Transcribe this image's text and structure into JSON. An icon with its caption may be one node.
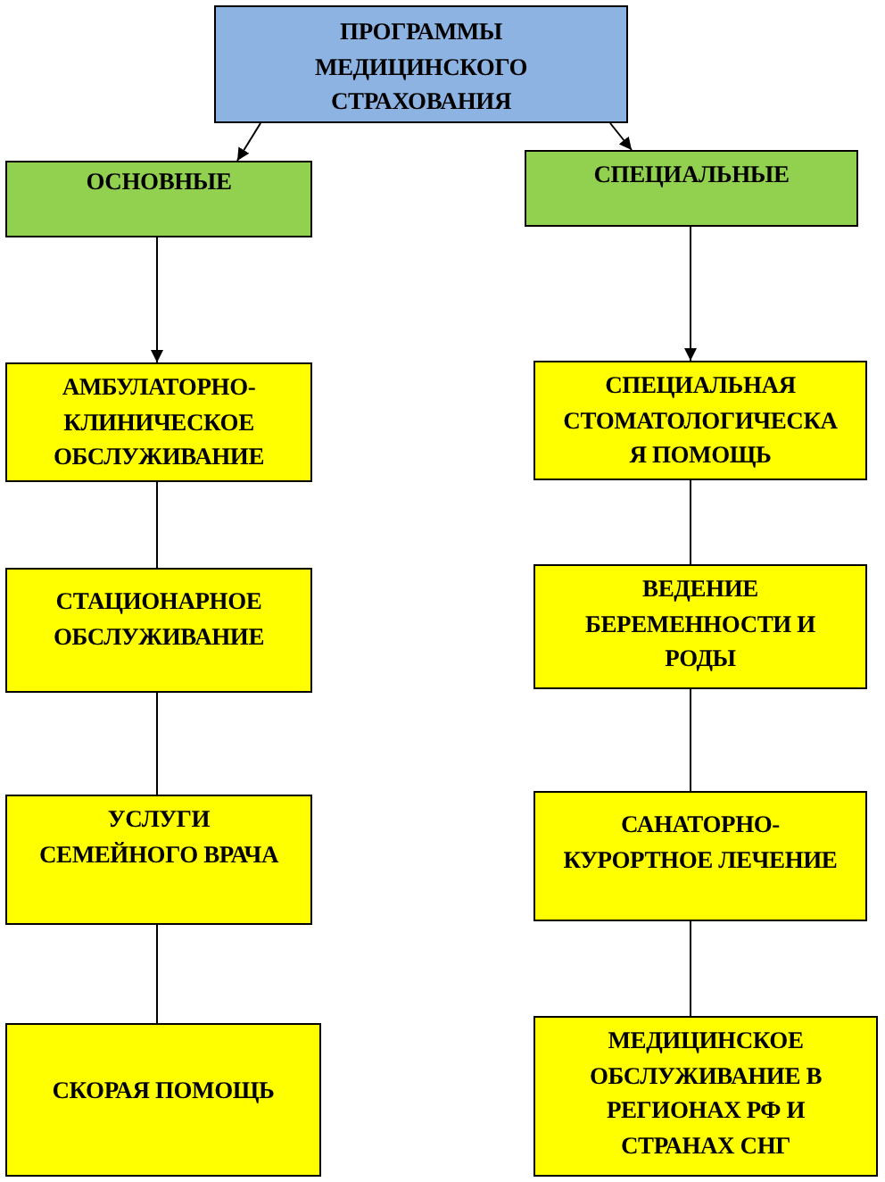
{
  "diagram": {
    "nodes": [
      {
        "text": [
          "ПРОГРАММЫ МЕДИЦИНСКОГО СТРАХОВАНИЯ"
        ]
      },
      {
        "text": [
          "ОСНОВНЫЕ"
        ]
      },
      {
        "text": [
          "СПЕЦИАЛЬНЫЕ"
        ]
      },
      {
        "text": [
          "АМБУЛАТОРНО-КЛИНИЧЕСКОЕ ОБСЛУЖИВАНИЕ"
        ]
      },
      {
        "text": [
          "СПЕЦИАЛЬНАЯ СТОМАТОЛОГИЧЕСКА Я ПОМОЩЬ"
        ]
      },
      {
        "text": [
          "СТАЦИОНАРНОЕ ОБСЛУЖИВАНИЕ"
        ]
      },
      {
        "text": [
          "ВЕДЕНИЕ БЕРЕМЕННОСТИ И РОДЫ"
        ]
      },
      {
        "text": [
          "УСЛУГИ СЕМЕЙНОГО ВРАЧА"
        ]
      },
      {
        "text": [
          "САНАТОРНО-КУРОРТНОЕ ЛЕЧЕНИЕ"
        ]
      },
      {
        "text": [
          "СКОРАЯ ПОМОЩЬ"
        ]
      },
      {
        "text": [
          "МЕДИЦИНСКОЕ ОБСЛУЖИВАНИЕ В РЕГИОНАХ РФ И СТРАНАХ СНГ"
        ]
      }
    ],
    "edges": [
      {
        "from": 0,
        "to": 1,
        "arrow": "to"
      },
      {
        "from": 0,
        "to": 2,
        "arrow": "to"
      },
      {
        "from": 1,
        "to": 3,
        "arrow": "to"
      },
      {
        "from": 2,
        "to": 4,
        "arrow": "to"
      },
      {
        "from": 3,
        "to": 5,
        "arrow": "none"
      },
      {
        "from": 5,
        "to": 7,
        "arrow": "none"
      },
      {
        "from": 7,
        "to": 9,
        "arrow": "none"
      },
      {
        "from": 4,
        "to": 6,
        "arrow": "none"
      },
      {
        "from": 6,
        "to": 8,
        "arrow": "none"
      },
      {
        "from": 8,
        "to": 10,
        "arrow": "none"
      }
    ]
  }
}
